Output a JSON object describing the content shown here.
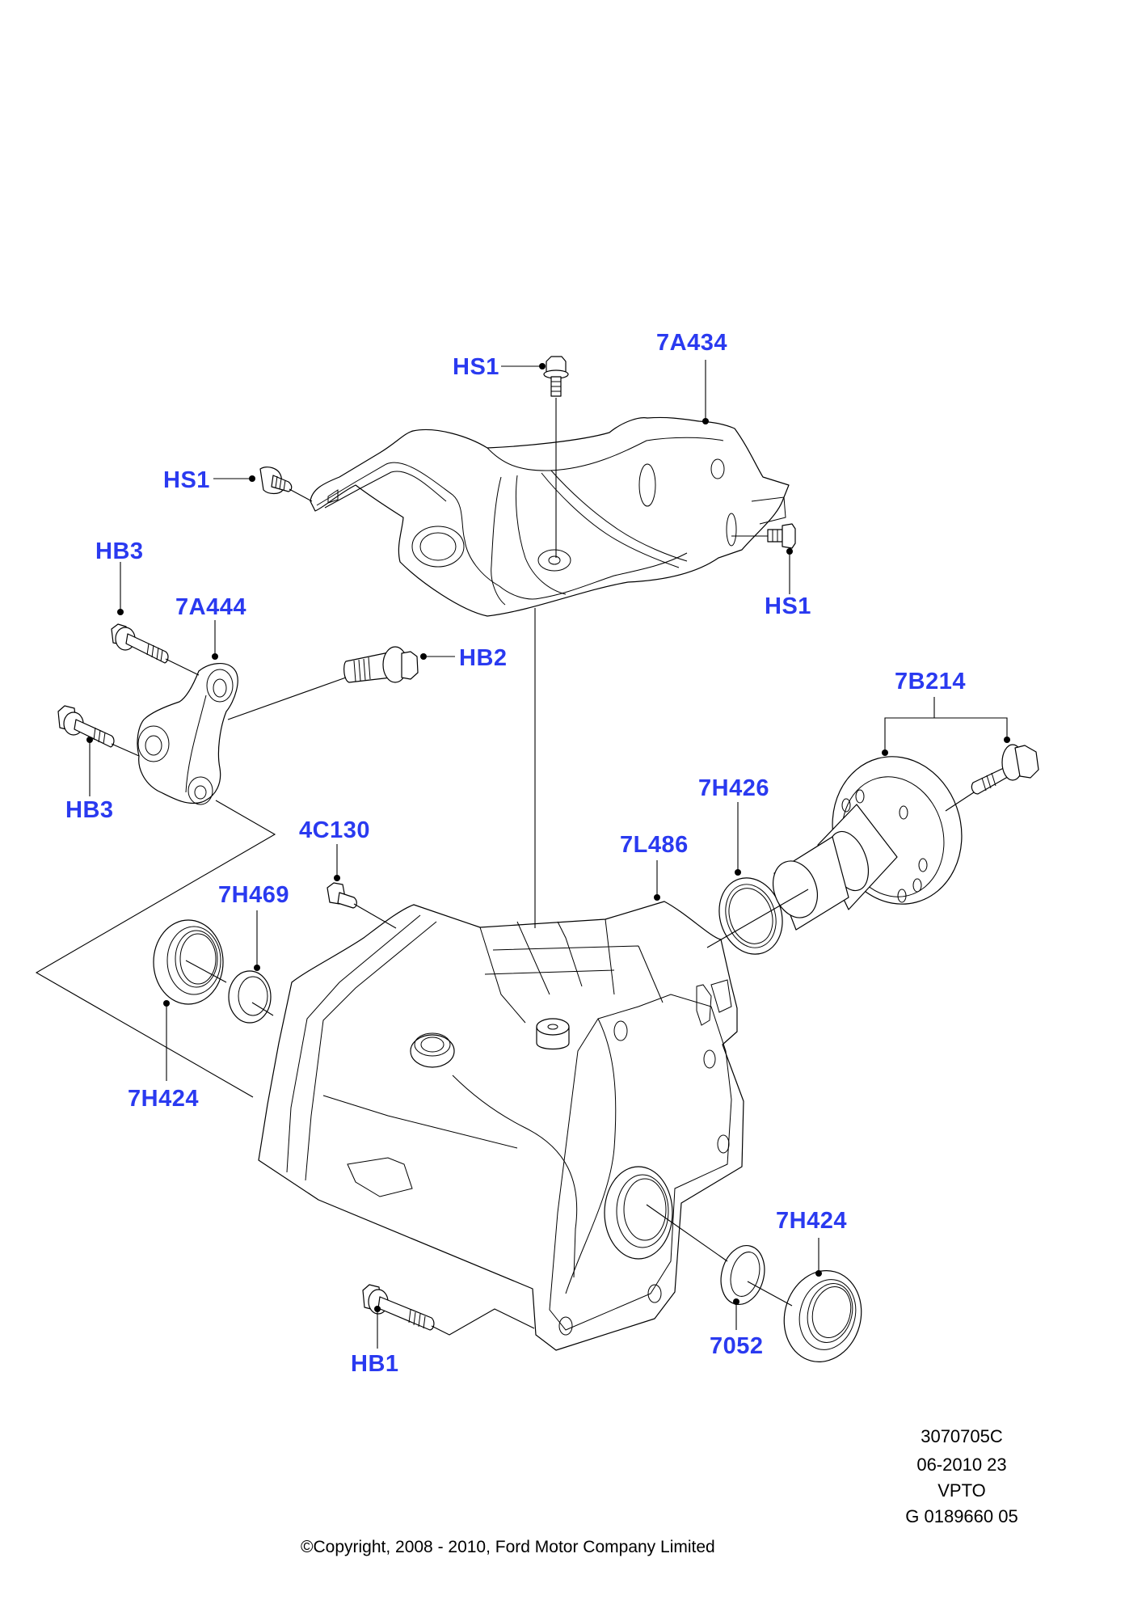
{
  "diagram": {
    "title": "Front axle / power take-off unit exploded parts diagram",
    "label_color": "#2A3AF0",
    "line_color": "#000000",
    "callouts": {
      "hs1_top": "HS1",
      "hs1_left": "HS1",
      "hs1_right": "HS1",
      "heat_shield": "7A434",
      "hb3_top": "HB3",
      "hb3_bottom": "HB3",
      "bracket": "7A444",
      "hb2": "HB2",
      "mount_7b214": "7B214",
      "seal_7h426": "7H426",
      "housing_7l486": "7L486",
      "bolt_4c130": "4C130",
      "ring_7h469": "7H469",
      "seal_7h424_left": "7H424",
      "seal_7h424_right": "7H424",
      "ring_7052": "7052",
      "hb1": "HB1"
    }
  },
  "info_block": {
    "illustration_number": "3070705C",
    "date_code": "06-2010 23",
    "catalogue_code": "VPTO",
    "group_number": "G 0189660 05"
  },
  "footer": {
    "copyright": "©Copyright, 2008 - 2010, Ford Motor Company Limited"
  }
}
